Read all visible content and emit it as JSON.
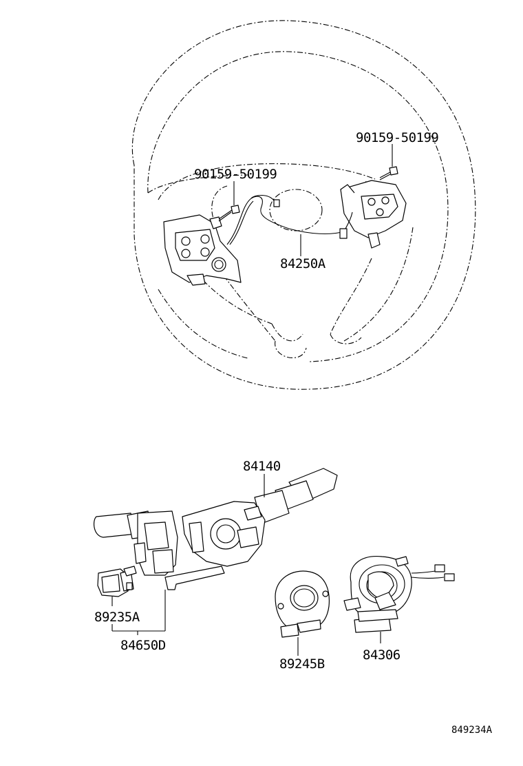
{
  "labels": {
    "screw_right": "90159-50199",
    "screw_left": "90159-50199",
    "wire_harness": "84250A",
    "combination_switch": "84140",
    "sensor": "89235A",
    "switch_assembly": "84650D",
    "steering_sensor": "89245B",
    "spiral_cable": "84306"
  },
  "reference_code": "849234A"
}
